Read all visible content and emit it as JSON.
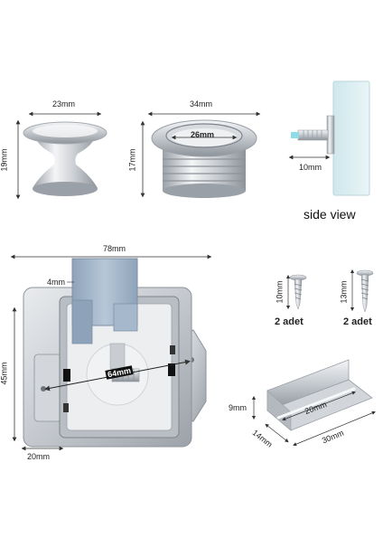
{
  "labels": {
    "knob_width": "23mm",
    "knob_height": "19mm",
    "ring_outer": "34mm",
    "ring_inner": "26mm",
    "ring_height": "17mm",
    "side_length": "10mm",
    "side_view": "side view",
    "body_width": "78mm",
    "tab_width": "4mm",
    "body_height": "45mm",
    "center_distance": "64mm",
    "body_depth": "20mm",
    "screw_short": "10mm",
    "screw_long": "13mm",
    "qty_short": "2 adet",
    "qty_long": "2 adet",
    "plate_height": "9mm",
    "plate_slot": "20mm",
    "plate_depth": "14mm",
    "plate_length": "30mm"
  },
  "colors": {
    "chrome_light": "#f2f3f5",
    "chrome_mid": "#bfc4ca",
    "chrome_dark": "#8a9097",
    "steel_blue": "#9fb3c8",
    "glass": "#dceef2",
    "dimension_line": "#333333"
  }
}
